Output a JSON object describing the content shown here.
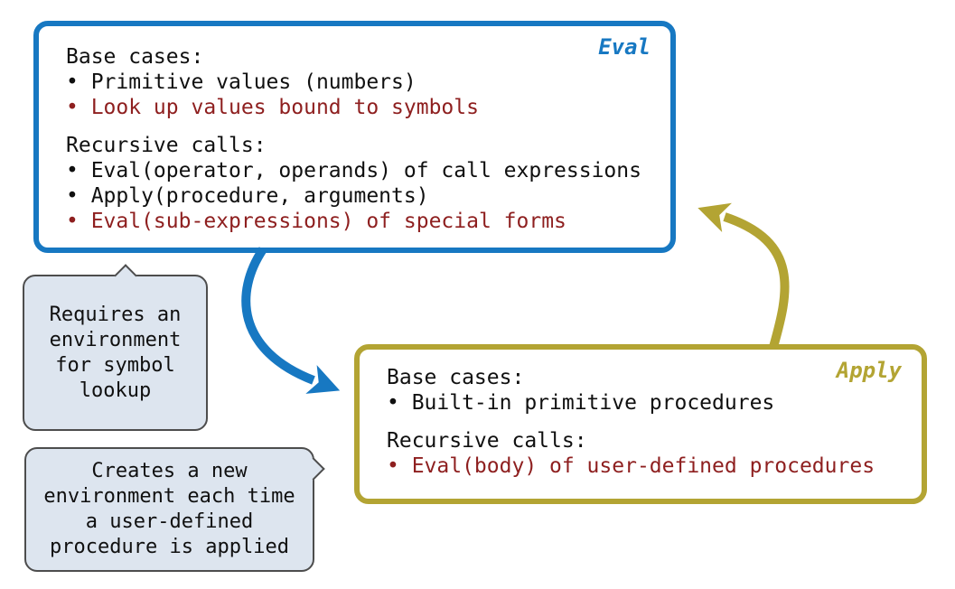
{
  "colors": {
    "eval_blue": "#1778c2",
    "apply_olive": "#b3a433",
    "emphasis_red": "#8e1f1f",
    "text_black": "#101010",
    "callout_fill": "#dde5ef",
    "callout_border": "#4d4d4d"
  },
  "eval_box": {
    "label": "Eval",
    "lines": [
      {
        "text": "Base cases:",
        "color": "black"
      },
      {
        "text": "• Primitive values (numbers)",
        "color": "black"
      },
      {
        "text": "• Look up values bound to symbols",
        "color": "red"
      },
      {
        "text": "Recursive calls:",
        "color": "black"
      },
      {
        "text": "• Eval(operator, operands) of call expressions",
        "color": "black"
      },
      {
        "text": "• Apply(procedure, arguments)",
        "color": "black"
      },
      {
        "text": "• Eval(sub-expressions) of special forms",
        "color": "red"
      }
    ]
  },
  "apply_box": {
    "label": "Apply",
    "lines": [
      {
        "text": "Base cases:",
        "color": "black"
      },
      {
        "text": "• Built-in primitive procedures",
        "color": "black"
      },
      {
        "text": "Recursive calls:",
        "color": "black"
      },
      {
        "text": "• Eval(body) of user-defined procedures",
        "color": "red"
      }
    ]
  },
  "callouts": [
    {
      "lines": [
        "Requires an",
        "environment",
        "for symbol",
        "lookup"
      ]
    },
    {
      "lines": [
        "Creates a new",
        "environment each time",
        "a user-defined",
        "procedure is applied"
      ]
    }
  ]
}
